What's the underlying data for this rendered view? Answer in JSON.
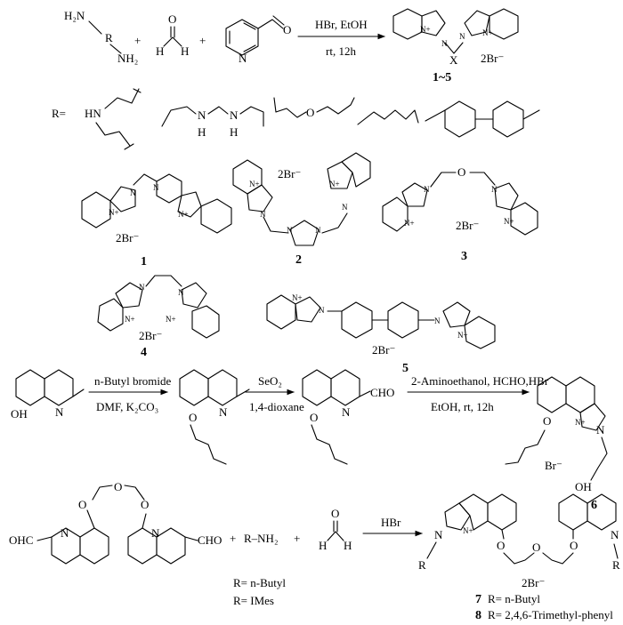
{
  "scheme1": {
    "reagent_amine": {
      "h2n": "H₂N",
      "r": "R",
      "nh2": "NH₂"
    },
    "plus1": "+",
    "formaldehyde": {
      "o": "O",
      "h1": "H",
      "h2": "H"
    },
    "plus2": "+",
    "picolinaldehyde_o": "O",
    "arrow_top": "HBr, EtOH",
    "arrow_bottom": "rt, 12h",
    "product_x": "X",
    "product_counter": "2Br⁻",
    "product_label": "1~5",
    "r_prefix": "R="
  },
  "compounds": [
    {
      "label": "1",
      "counter": "2Br⁻"
    },
    {
      "label": "2",
      "counter": "2Br⁻"
    },
    {
      "label": "3",
      "counter": "2Br⁻"
    },
    {
      "label": "4",
      "counter": "2Br⁻"
    },
    {
      "label": "5",
      "counter": "2Br⁻"
    }
  ],
  "scheme2": {
    "oh": "OH",
    "step1_top": "n-Butyl bromide",
    "step1_bottom": "DMF, K₂CO₃",
    "n1": "N",
    "o1": "O",
    "step2_top": "SeO₂",
    "step2_bottom": "1,4-dioxane",
    "n2": "N",
    "o2": "O",
    "cho": "CHO",
    "step3_top": "2-Aminoethanol, HCHO,HBr",
    "step3_bottom": "EtOH, rt, 12h",
    "product_o": "O",
    "product_n": "N",
    "product_oh": "OH",
    "product_counter": "Br⁻",
    "product_label": "6"
  },
  "scheme3": {
    "ohc": "OHC",
    "cho": "CHO",
    "plus1": "+",
    "amine": "R–NH₂",
    "plus2": "+",
    "formaldehyde": {
      "o": "O",
      "h1": "H",
      "h2": "H"
    },
    "arrow_top": "HBr",
    "r_options": [
      "R= n-Butyl",
      "R= IMes"
    ],
    "product_counter": "2Br⁻",
    "product_r": "R",
    "product7": {
      "label": "7",
      "text": "R= n-Butyl"
    },
    "product8": {
      "label": "8",
      "text": "R= 2,4,6-Trimethyl-phenyl"
    }
  }
}
